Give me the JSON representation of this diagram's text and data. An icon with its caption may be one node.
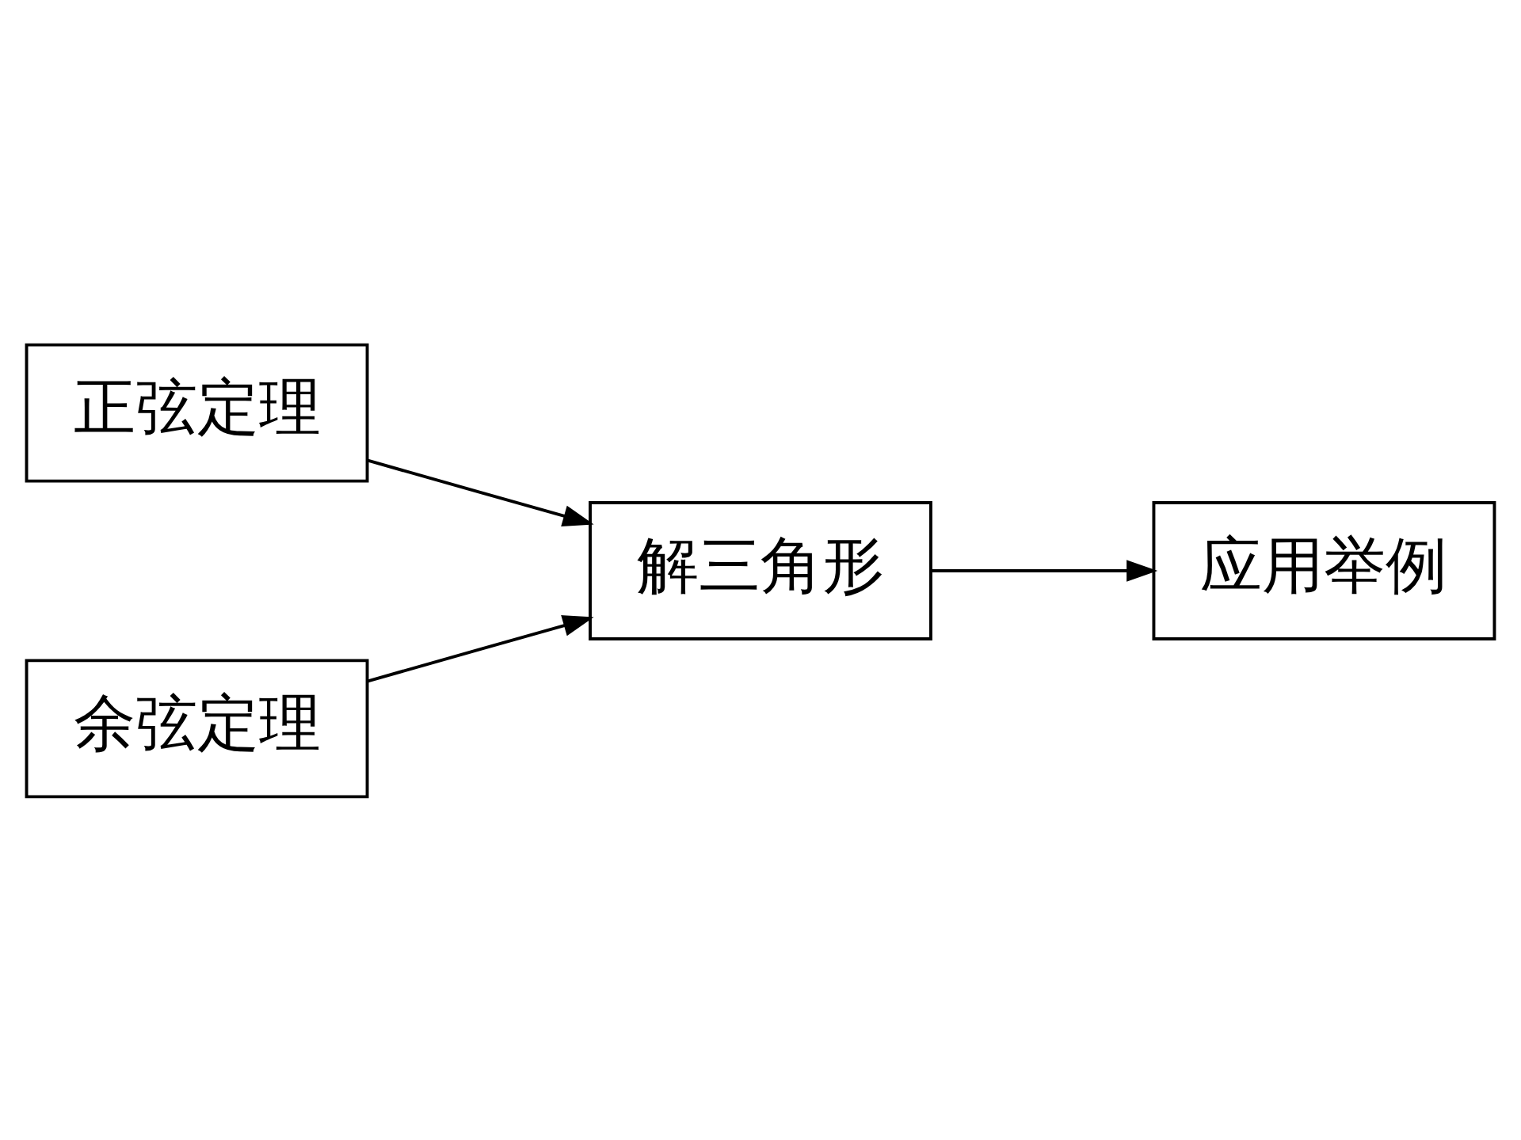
{
  "diagram": {
    "nodes": [
      {
        "text": [
          "正弦定理"
        ]
      },
      {
        "text": [
          "余弦定理"
        ]
      },
      {
        "text": [
          "解三角形"
        ]
      },
      {
        "text": [
          "应用举例"
        ]
      }
    ],
    "edges": [
      {
        "from": 0,
        "to": 2,
        "arrow": "to"
      },
      {
        "from": 1,
        "to": 2,
        "arrow": "to"
      },
      {
        "from": 2,
        "to": 3,
        "arrow": "to"
      }
    ]
  }
}
